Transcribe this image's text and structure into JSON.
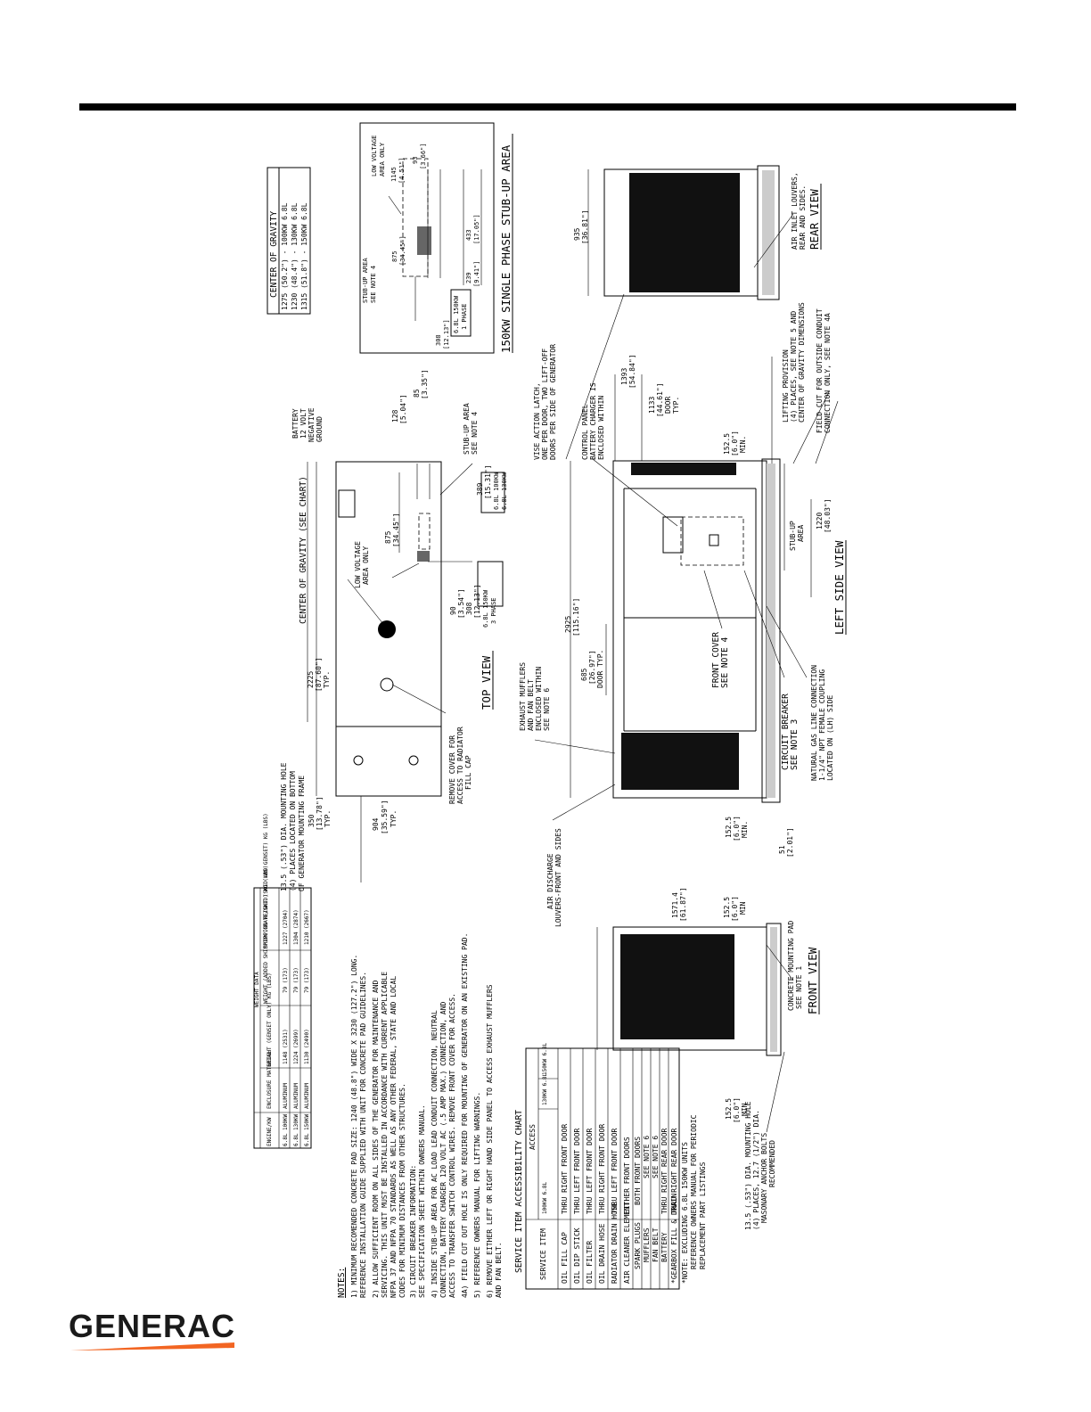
{
  "brand": {
    "name": "GENERAC",
    "accent_color": "#f26522",
    "rule_color": "#000000"
  },
  "center_of_gravity_chart": {
    "title": "CENTER OF GRAVITY",
    "rows": [
      "1275 (50.2\") - 100KW 6.8L",
      "1230 (48.4\") - 130KW 6.8L",
      "1315 (51.8\") - 150KW 6.8L"
    ]
  },
  "single_phase_stubup": {
    "title": "150KW SINGLE PHASE STUB-UP AREA",
    "labels": {
      "low_voltage": [
        "LOW VOLTAGE",
        "AREA ONLY"
      ],
      "stubup": [
        "STUB-UP AREA",
        "SEE NOTE 4"
      ],
      "box": [
        "6.8L 150KW",
        "1 PHASE"
      ]
    },
    "dims": [
      "1145",
      "[4.51\"]",
      "93",
      "[3.66\"]",
      "875",
      "[34.45\"]",
      "433",
      "[17.05\"]",
      "239",
      "[9.41\"]",
      "308",
      "[12.13\"]"
    ]
  },
  "top_view": {
    "title": "TOP VIEW",
    "labels": {
      "mounting_hole": [
        "13.5 (.53\") DIA. MOUNTING HOLE",
        "(4) PLACES LOCATED ON BOTTOM",
        "OF GENERATOR MOUNTING FRAME"
      ],
      "cog": "CENTER OF GRAVITY (SEE CHART)",
      "battery": [
        "BATTERY",
        "12 VOLT",
        "NEGATIVE",
        "GROUND"
      ],
      "low_voltage": [
        "LOW VOLTAGE",
        "AREA ONLY"
      ],
      "radiator": [
        "REMOVE COVER FOR",
        "ACCESS TO RADIATOR",
        "FILL CAP"
      ],
      "stubup": [
        "STUB-UP AREA",
        "SEE NOTE 4"
      ],
      "box_3phase": [
        "6.8L 150KW",
        "3 PHASE"
      ],
      "box_389": [
        "6.8L 100KW",
        "6.8L 130KW"
      ]
    },
    "dims": [
      "904",
      "[35.59\"]",
      "TYP.",
      "350",
      "[13.78\"]",
      "TYP.",
      "2225",
      "[87.60\"]",
      "TYP.",
      "875",
      "[34.45\"]",
      "128",
      "[5.04\"]",
      "85",
      "[3.35\"]",
      "90",
      "[3.54\"]",
      "308",
      "[12.13\"]",
      "389",
      "[15.31\"]"
    ]
  },
  "left_side_view": {
    "title": "LEFT SIDE VIEW",
    "labels": {
      "vise_latch": [
        "VISE ACTION LATCH,",
        "ONE PER DOOR, TWO LIFT-OFF",
        "DOORS PER SIDE OF GENERATOR"
      ],
      "control_panel": [
        "CONTROL PANEL",
        "BATTERY CHARGER IS",
        "ENCLOSED WITHIN"
      ],
      "exhaust": [
        "EXHAUST MUFFLERS",
        "AND FAN BELT",
        "ENCLOSED WITHIN",
        "SEE NOTE 6"
      ],
      "front_cover": [
        "FRONT COVER",
        "SEE NOTE 4"
      ],
      "circuit_breaker": [
        "CIRCUIT BREAKER",
        "SEE NOTE 3"
      ],
      "gas_line": [
        "NATURAL GAS LINE CONNECTION",
        "1-1/4\" NPT FEMALE COUPLING",
        "LOCATED ON (LH) SIDE"
      ],
      "stubup": [
        "STUB-UP",
        "AREA"
      ],
      "lifting": [
        "LIFTING PROVISION",
        "(4) PLACES, SEE NOTE 5 AND",
        "CENTER OF GRAVITY DIMENSIONS"
      ],
      "field_cut": [
        "FIELD CUT FOR OUTSIDE CONDUIT",
        "CONNECTION ONLY, SEE NOTE 4A"
      ],
      "air_discharge": [
        "AIR DISCHARGE",
        "LOUVERS-FRONT AND SIDES"
      ]
    },
    "dims": [
      "2925",
      "[115.16\"]",
      "1393",
      "[54.84\"]",
      "1133",
      "[44.61\"]",
      "DOOR",
      "TYP.",
      "685",
      "[26.97\"]",
      "DOOR TYP.",
      "152.5",
      "[6.0\"]",
      "MIN.",
      "1220",
      "[48.03\"]",
      "152.5",
      "[6.0\"]",
      "MIN.",
      "51",
      "[2.01\"]"
    ]
  },
  "rear_view": {
    "title": "REAR VIEW",
    "labels": {
      "air_inlet": [
        "AIR INLET LOUVERS,",
        "REAR AND SIDES."
      ]
    },
    "dims": [
      "935",
      "[36.81\"]"
    ]
  },
  "front_view": {
    "title": "FRONT VIEW",
    "labels": {
      "pad": [
        "CONCRETE MOUNTING PAD",
        "SEE NOTE 1"
      ],
      "mounting_hole": [
        "13.5 (.53\") DIA. MOUNTING HOLE",
        "(4) PLACES, 12.7 (1/2\") DIA.",
        "MASONARY ANCHOR BOLTS",
        "RECOMMENDED"
      ]
    },
    "dims": [
      "1571.4",
      "[61.87\"]",
      "152.5",
      "[6.0\"]",
      "MIN",
      "152.5",
      "[6.0\"]",
      "MIN"
    ]
  },
  "weight_data": {
    "title": "WEIGHT DATA",
    "headers": [
      "ENGINE/KW",
      "ENCLOSURE MATERIAL",
      "WEIGHT (GENSET ONLY) KG (LBS)",
      "WEIGHT (ADDED SHIPPING CRATE/SKID) KG (LBS)",
      "SHIPPING WEIGHT (SKID AND GENSET) KG (LBS)"
    ],
    "rows": [
      [
        "6.8L 100KW",
        "ALUMINUM",
        "1148 (2531)",
        "79 (173)",
        "1227 (2704)"
      ],
      [
        "6.8L 130KW",
        "ALUMINUM",
        "1224 (2699)",
        "79 (173)",
        "1304 (2874)"
      ],
      [
        "6.8L 150KW",
        "ALUMINUM",
        "1130 (2490)",
        "79 (173)",
        "1210 (2667)"
      ]
    ]
  },
  "notes": {
    "title": "NOTES:",
    "items": [
      "1) MINIMUM RECOMENDED CONCRETE PAD SIZE: 1240 (48.8\") WIDE X 3230 (127.2\") LONG.",
      "   REFERENCE INSTALLATION GUIDE SUPPLIED WITH UNIT FOR CONCRETE PAD GUIDELINES.",
      "2) ALLOW SUFFICIENT ROOM ON ALL SIDES OF THE GENERATOR FOR MAINTENANCE AND",
      "   SERVICING. THIS UNIT MUST BE INSTALLED IN ACCORDANCE WITH CURRENT APPLICABLE",
      "   NFPA 37 AND NFPA 70 STANDARDS AS WELL AS ANY OTHER FEDERAL, STATE AND LOCAL",
      "   CODES FOR MINIMUM DISTANCES FROM OTHER STRUCTURES.",
      "3) CIRCUIT BREAKER INFORMATION:",
      "   SEE SPECIFICATION SHEET WITHIN OWNERS MANUAL.",
      "4) INSIDE STUB-UP AREA FOR AC LOAD LEAD CONDUIT CONNECTION, NEUTRAL",
      "   CONNECTION, BATTERY CHARGER 120 VOLT AC (.5 AMP MAX.) CONNECTION, AND",
      "   ACCESS TO TRANSFER SWITCH CONTROL WIRES. REMOVE FRONT COVER FOR ACCESS.",
      "4A) FIELD CUT OUT HOLE IS ONLY REQUIRED FOR MOUNTING OF GENERATOR ON AN EXISTING PAD.",
      "5) REFERENCE OWNERS MANUAL FOR LIFTING WARNINGS.",
      "6) REMOVE EITHER LEFT OR RIGHT HAND SIDE PANEL TO ACCESS EXHAUST MUFFLERS",
      "   AND FAN BELT."
    ]
  },
  "service_chart": {
    "title": "SERVICE ITEM ACCESSIBILITY CHART",
    "header_item": "SERVICE ITEM",
    "header_access": "ACCESS",
    "col1": "100KW 6.8L",
    "col2": "130KW 6.8L",
    "col3": "150KW 6.8L",
    "rows": [
      [
        "OIL FILL CAP",
        "THRU RIGHT FRONT DOOR"
      ],
      [
        "OIL DIP STICK",
        "THRU LEFT FRONT DOOR"
      ],
      [
        "OIL FILTER",
        "THRU LEFT FRONT DOOR"
      ],
      [
        "OIL DRAIN HOSE",
        "THRU RIGHT FRONT DOOR"
      ],
      [
        "RADIATOR DRAIN HOSE",
        "THRU LEFT FRONT DOOR"
      ],
      [
        "AIR CLEANER ELEMENT",
        "EITHER FRONT DOORS"
      ],
      [
        "SPARK PLUGS",
        "BOTH FRONT DOORS"
      ],
      [
        "MUFFLERS",
        "SEE NOTE 6"
      ],
      [
        "FAN BELT",
        "SEE NOTE 6"
      ],
      [
        "BATTERY",
        "THRU RIGHT REAR DOOR"
      ],
      [
        "*GEARBOX FILL & DRAIN",
        "THRU RIGHT REAR DOOR"
      ]
    ],
    "footnote": [
      "*NOTE: EXCLUDING 6.8L 150KW UNITS",
      "REFERENCE OWNERS MANUAL FOR PERIODIC",
      "REPLACEMENT PART LISTINGS"
    ]
  }
}
